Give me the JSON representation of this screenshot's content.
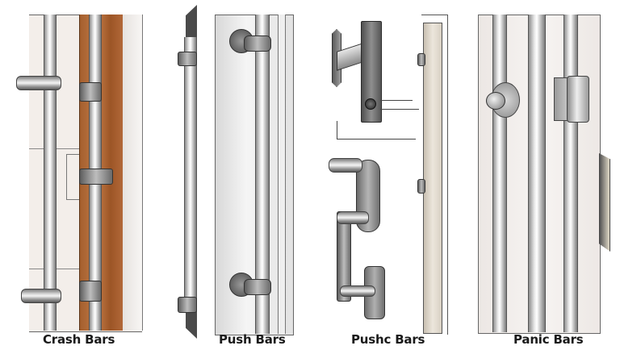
{
  "figure": {
    "type": "illustration",
    "subject": "door exit hardware types",
    "background": "#ffffff"
  },
  "panels": [
    {
      "label": "Crash Bars",
      "description": "Wood-trimmed door with vertical chrome rods, two horizontal cylindrical handles and rod clamps",
      "colors": {
        "wood": "#b06a38",
        "metal": "#c8c8c8",
        "panel": "#f1ece8"
      }
    },
    {
      "label": "Push Bars",
      "description": "Slim vertical bar with two mounting brackets and a door panel with vertical bar on round bracket mounts",
      "colors": {
        "metal": "#bcbcbc",
        "panel": "#ececec"
      }
    },
    {
      "label": "Pushc Bars",
      "description": "Lever handle with escutcheon plate, latch plate with key cylinder and tall strike plate on door edge",
      "colors": {
        "metal": "#8a8a8a",
        "strike": "#d9d1c4"
      }
    },
    {
      "label": "Panic Bars",
      "description": "Tall door panel with three vertical chrome rods, round cylinder lock, hinge bracket and side latch",
      "colors": {
        "metal": "#b9b9b9",
        "panel": "#f2eeec"
      }
    }
  ]
}
